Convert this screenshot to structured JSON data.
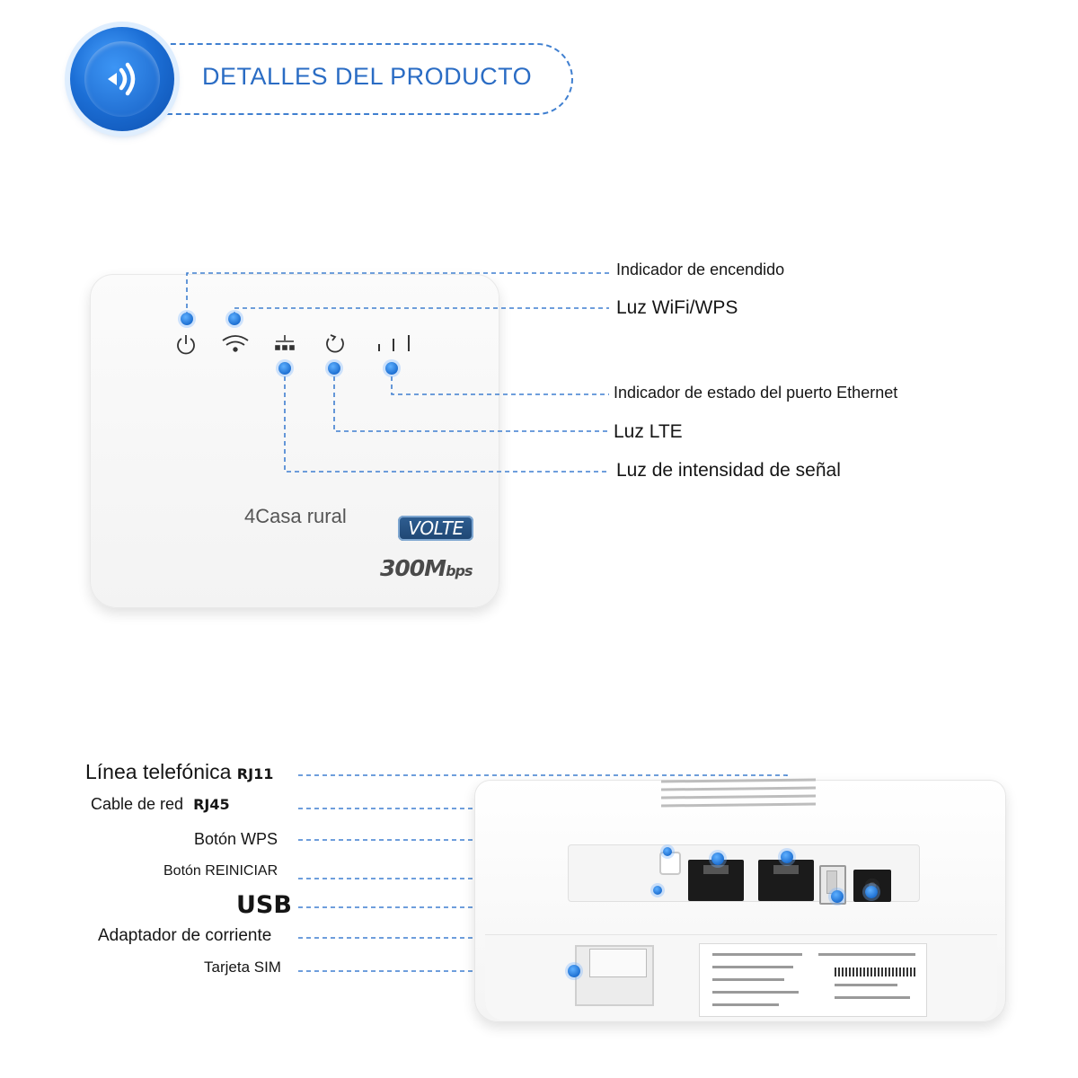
{
  "header": {
    "title": "DETALLES DEL PRODUCTO",
    "icon": "nfc-signal-icon"
  },
  "front": {
    "brand": "4Casa rural",
    "badge": "VOLTE",
    "speed_main": "300M",
    "speed_unit": "bps",
    "labels": {
      "power": "Indicador de encendido",
      "wifi": "Luz WiFi/WPS",
      "ethernet": "Indicador de estado del puerto Ethernet",
      "lte": "Luz LTE",
      "signal": "Luz de intensidad de señal"
    },
    "icons": [
      "power-icon",
      "wifi-icon",
      "ethernet-icon",
      "lte-icon",
      "signal-bars-icon"
    ]
  },
  "back": {
    "labels": {
      "rj11_text": "Línea telefónica",
      "rj11_code": "RJ11",
      "rj45_text": "Cable de red",
      "rj45_code": "RJ45",
      "wps": "Botón WPS",
      "reset": "Botón REINICIAR",
      "usb": "USB",
      "power": "Adaptador de corriente",
      "sim": "Tarjeta SIM"
    }
  },
  "colors": {
    "accent": "#2a6cc4",
    "dashed_line": "#3f7fd0",
    "badge_blue": "#1f4672"
  }
}
